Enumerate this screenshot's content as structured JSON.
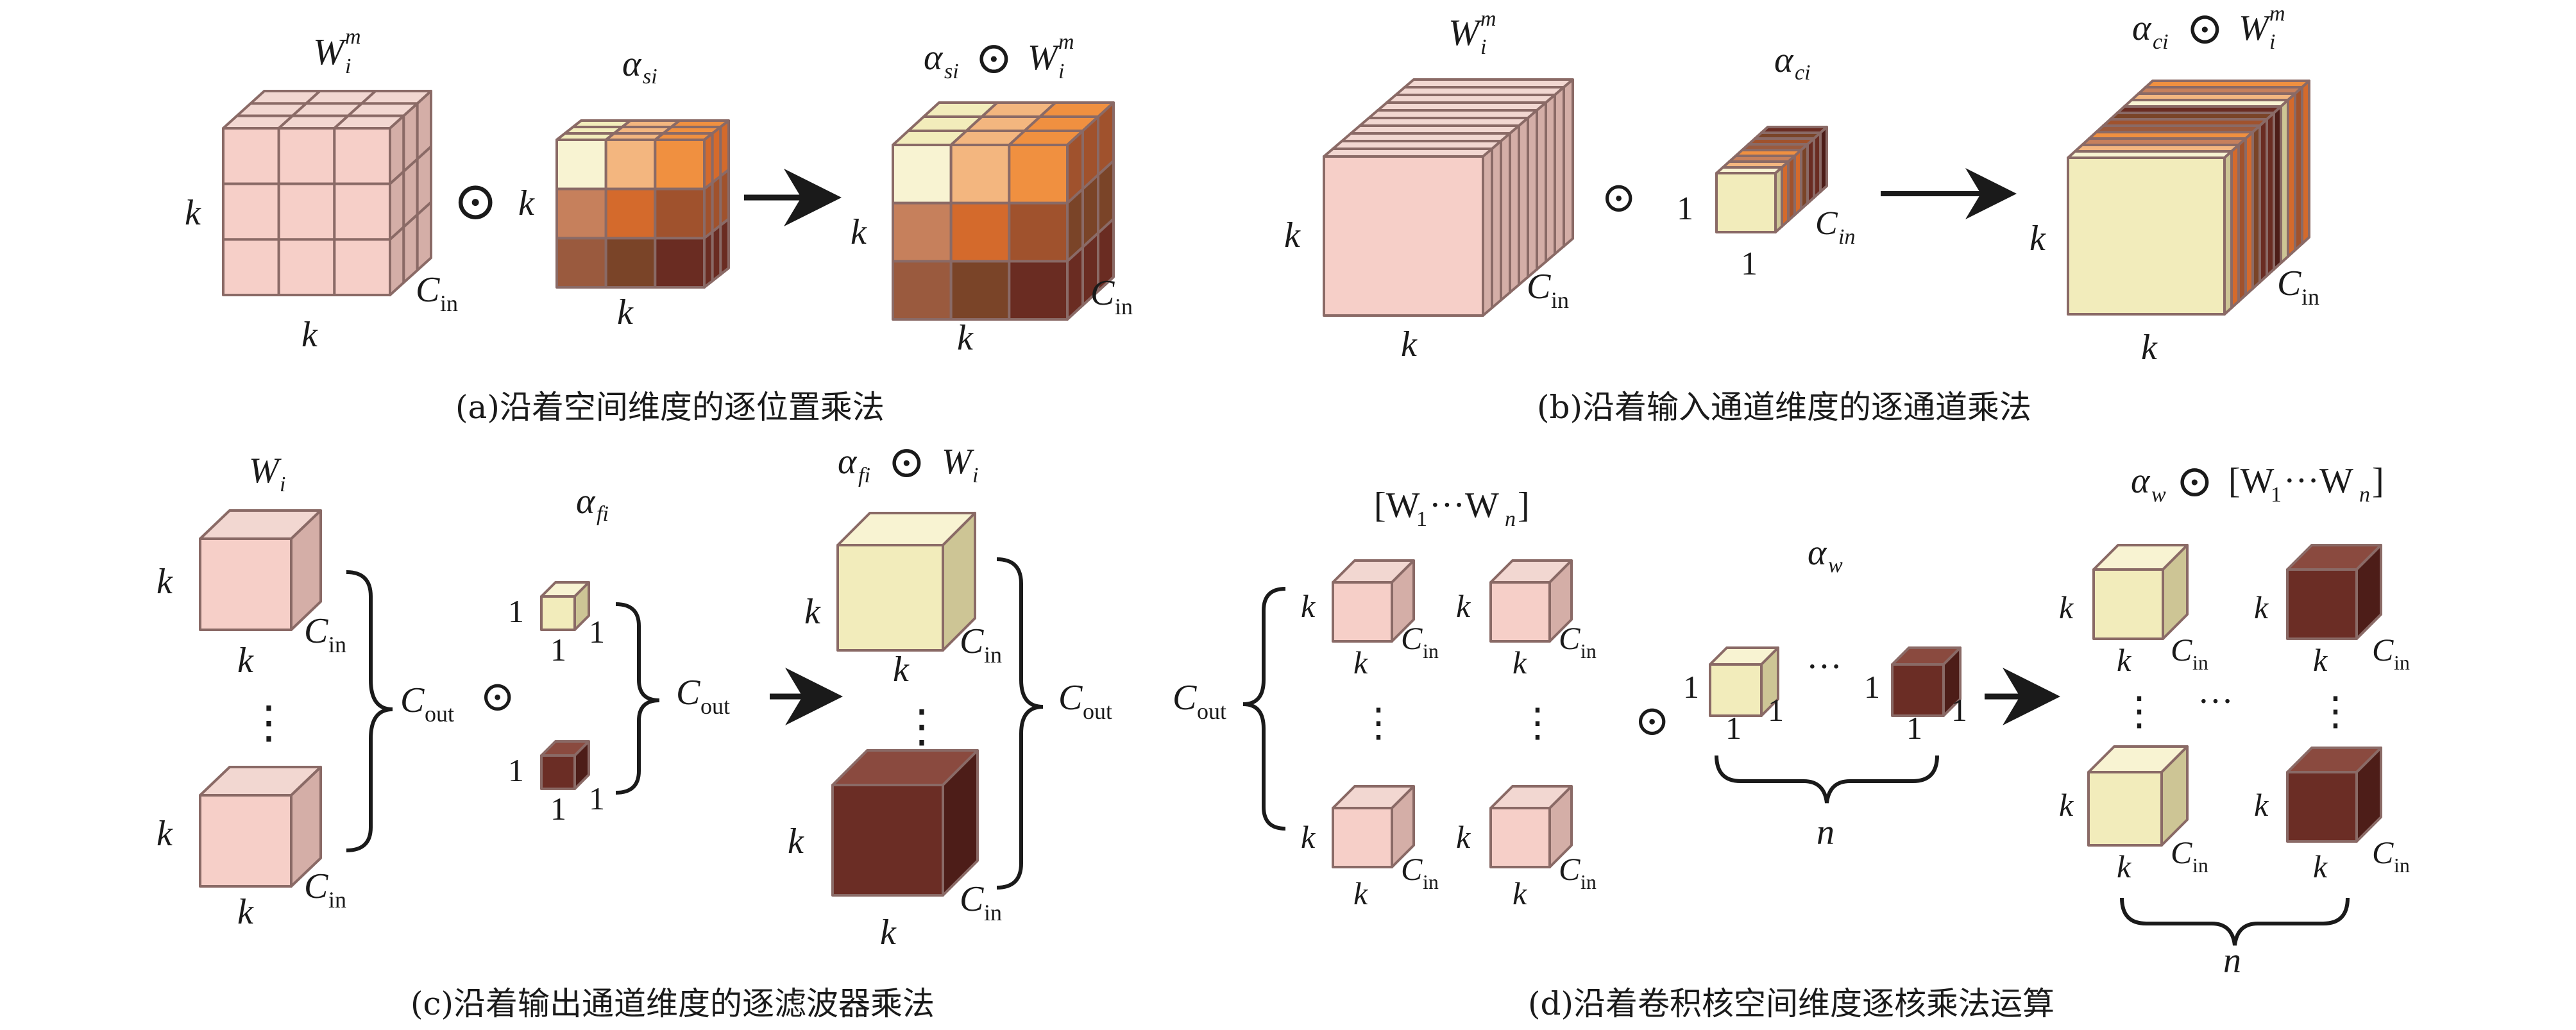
{
  "colors": {
    "pink_front": "#f6cfc8",
    "pink_top": "#f2d7d1",
    "pink_side": "#d4aea7",
    "edge": "#8a6a66",
    "cream_front": "#f2ecbb",
    "cream_top": "#f8f3d2",
    "cream_side": "#cdc595",
    "maroon_front": "#6b2d25",
    "maroon_top": "#8a4a3f",
    "maroon_side": "#4d1d18",
    "light_orange": "#f3b67f",
    "orange": "#f09040",
    "brick": "#c6805c",
    "dark_orange": "#d46a2c",
    "rust": "#a0522d",
    "brown": "#9a5a3e",
    "dark_brown": "#7a4428",
    "deep_brown": "#6a2c22"
  },
  "panel_a": {
    "caption": "(a)沿着空间维度的逐位置乘法",
    "w_label": "W",
    "w_sub": "i",
    "w_sup": "m",
    "alpha_label": "α",
    "alpha_sub": "si",
    "result_alpha": "α",
    "result_alpha_sub": "si",
    "result_w": "W",
    "result_w_sub": "i",
    "result_w_sup": "m",
    "k": "k",
    "cin_main": "C",
    "cin_sub": "in"
  },
  "panel_b": {
    "caption": "(b)沿着输入通道维度的逐通道乘法",
    "w_label": "W",
    "w_sub": "i",
    "w_sup": "m",
    "alpha_label": "α",
    "alpha_sub": "ci",
    "result_alpha": "α",
    "result_alpha_sub": "ci",
    "result_w": "W",
    "result_w_sub": "i",
    "result_w_sup": "m",
    "k": "k",
    "one": "1",
    "cin_main": "C",
    "cin_sub": "in",
    "cin_sub_small": "in"
  },
  "panel_c": {
    "caption": "(c)沿着输出通道维度的逐滤波器乘法",
    "w_label": "W",
    "w_sub": "i",
    "alpha_label": "α",
    "alpha_sub": "fi",
    "result_alpha": "α",
    "result_alpha_sub": "fi",
    "result_w": "W",
    "result_w_sub": "i",
    "k": "k",
    "one": "1",
    "vdots": "⋮",
    "cin_main": "C",
    "cin_sub": "in",
    "cout_main": "C",
    "cout_sub": "out"
  },
  "panel_d": {
    "caption": "(d)沿着卷积核空间维度逐核乘法运算",
    "w_set_open": "[W",
    "w_set_sub1": "1",
    "w_set_dots": "···W",
    "w_set_subn": "n",
    "w_set_close": "]",
    "alpha_label": "α",
    "alpha_sub": "w",
    "result_alpha": "α",
    "result_alpha_sub": "w",
    "k": "k",
    "one": "1",
    "n": "n",
    "hdots": "···",
    "vdots": "⋮",
    "cin_main": "C",
    "cin_sub": "in",
    "cout_main": "C",
    "cout_sub": "out"
  },
  "operator": "⊙"
}
